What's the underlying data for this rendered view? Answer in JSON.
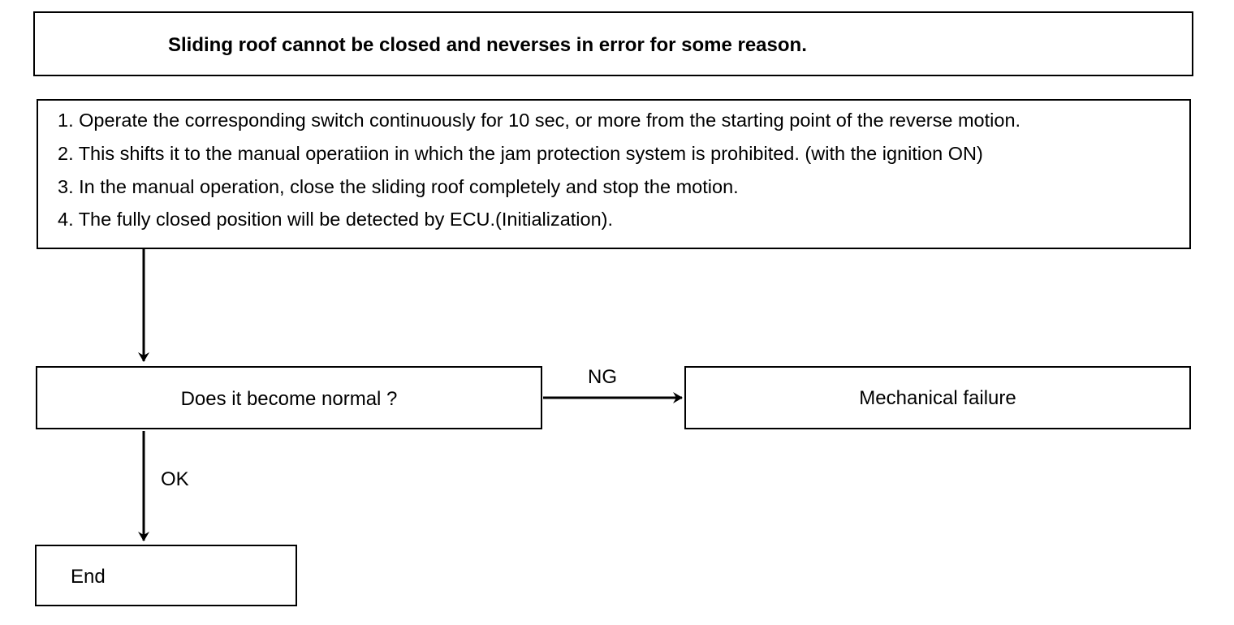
{
  "title": "Sliding roof cannot be closed and neverses in error for some reason.",
  "steps": [
    "1. Operate the corresponding switch continuously for 10 sec, or more from the starting point of the reverse motion.",
    "2. This shifts it to the manual operatiion in which the jam protection system is prohibited. (with the ignition ON)",
    "3. In the manual operation, close the sliding roof completely and stop the motion.",
    "4. The fully closed position will be detected by ECU.(Initialization)."
  ],
  "decision": {
    "question": "Does it become normal ?",
    "ng_label": "NG",
    "ok_label": "OK"
  },
  "ng_result": "Mechanical failure",
  "ok_result": "End"
}
